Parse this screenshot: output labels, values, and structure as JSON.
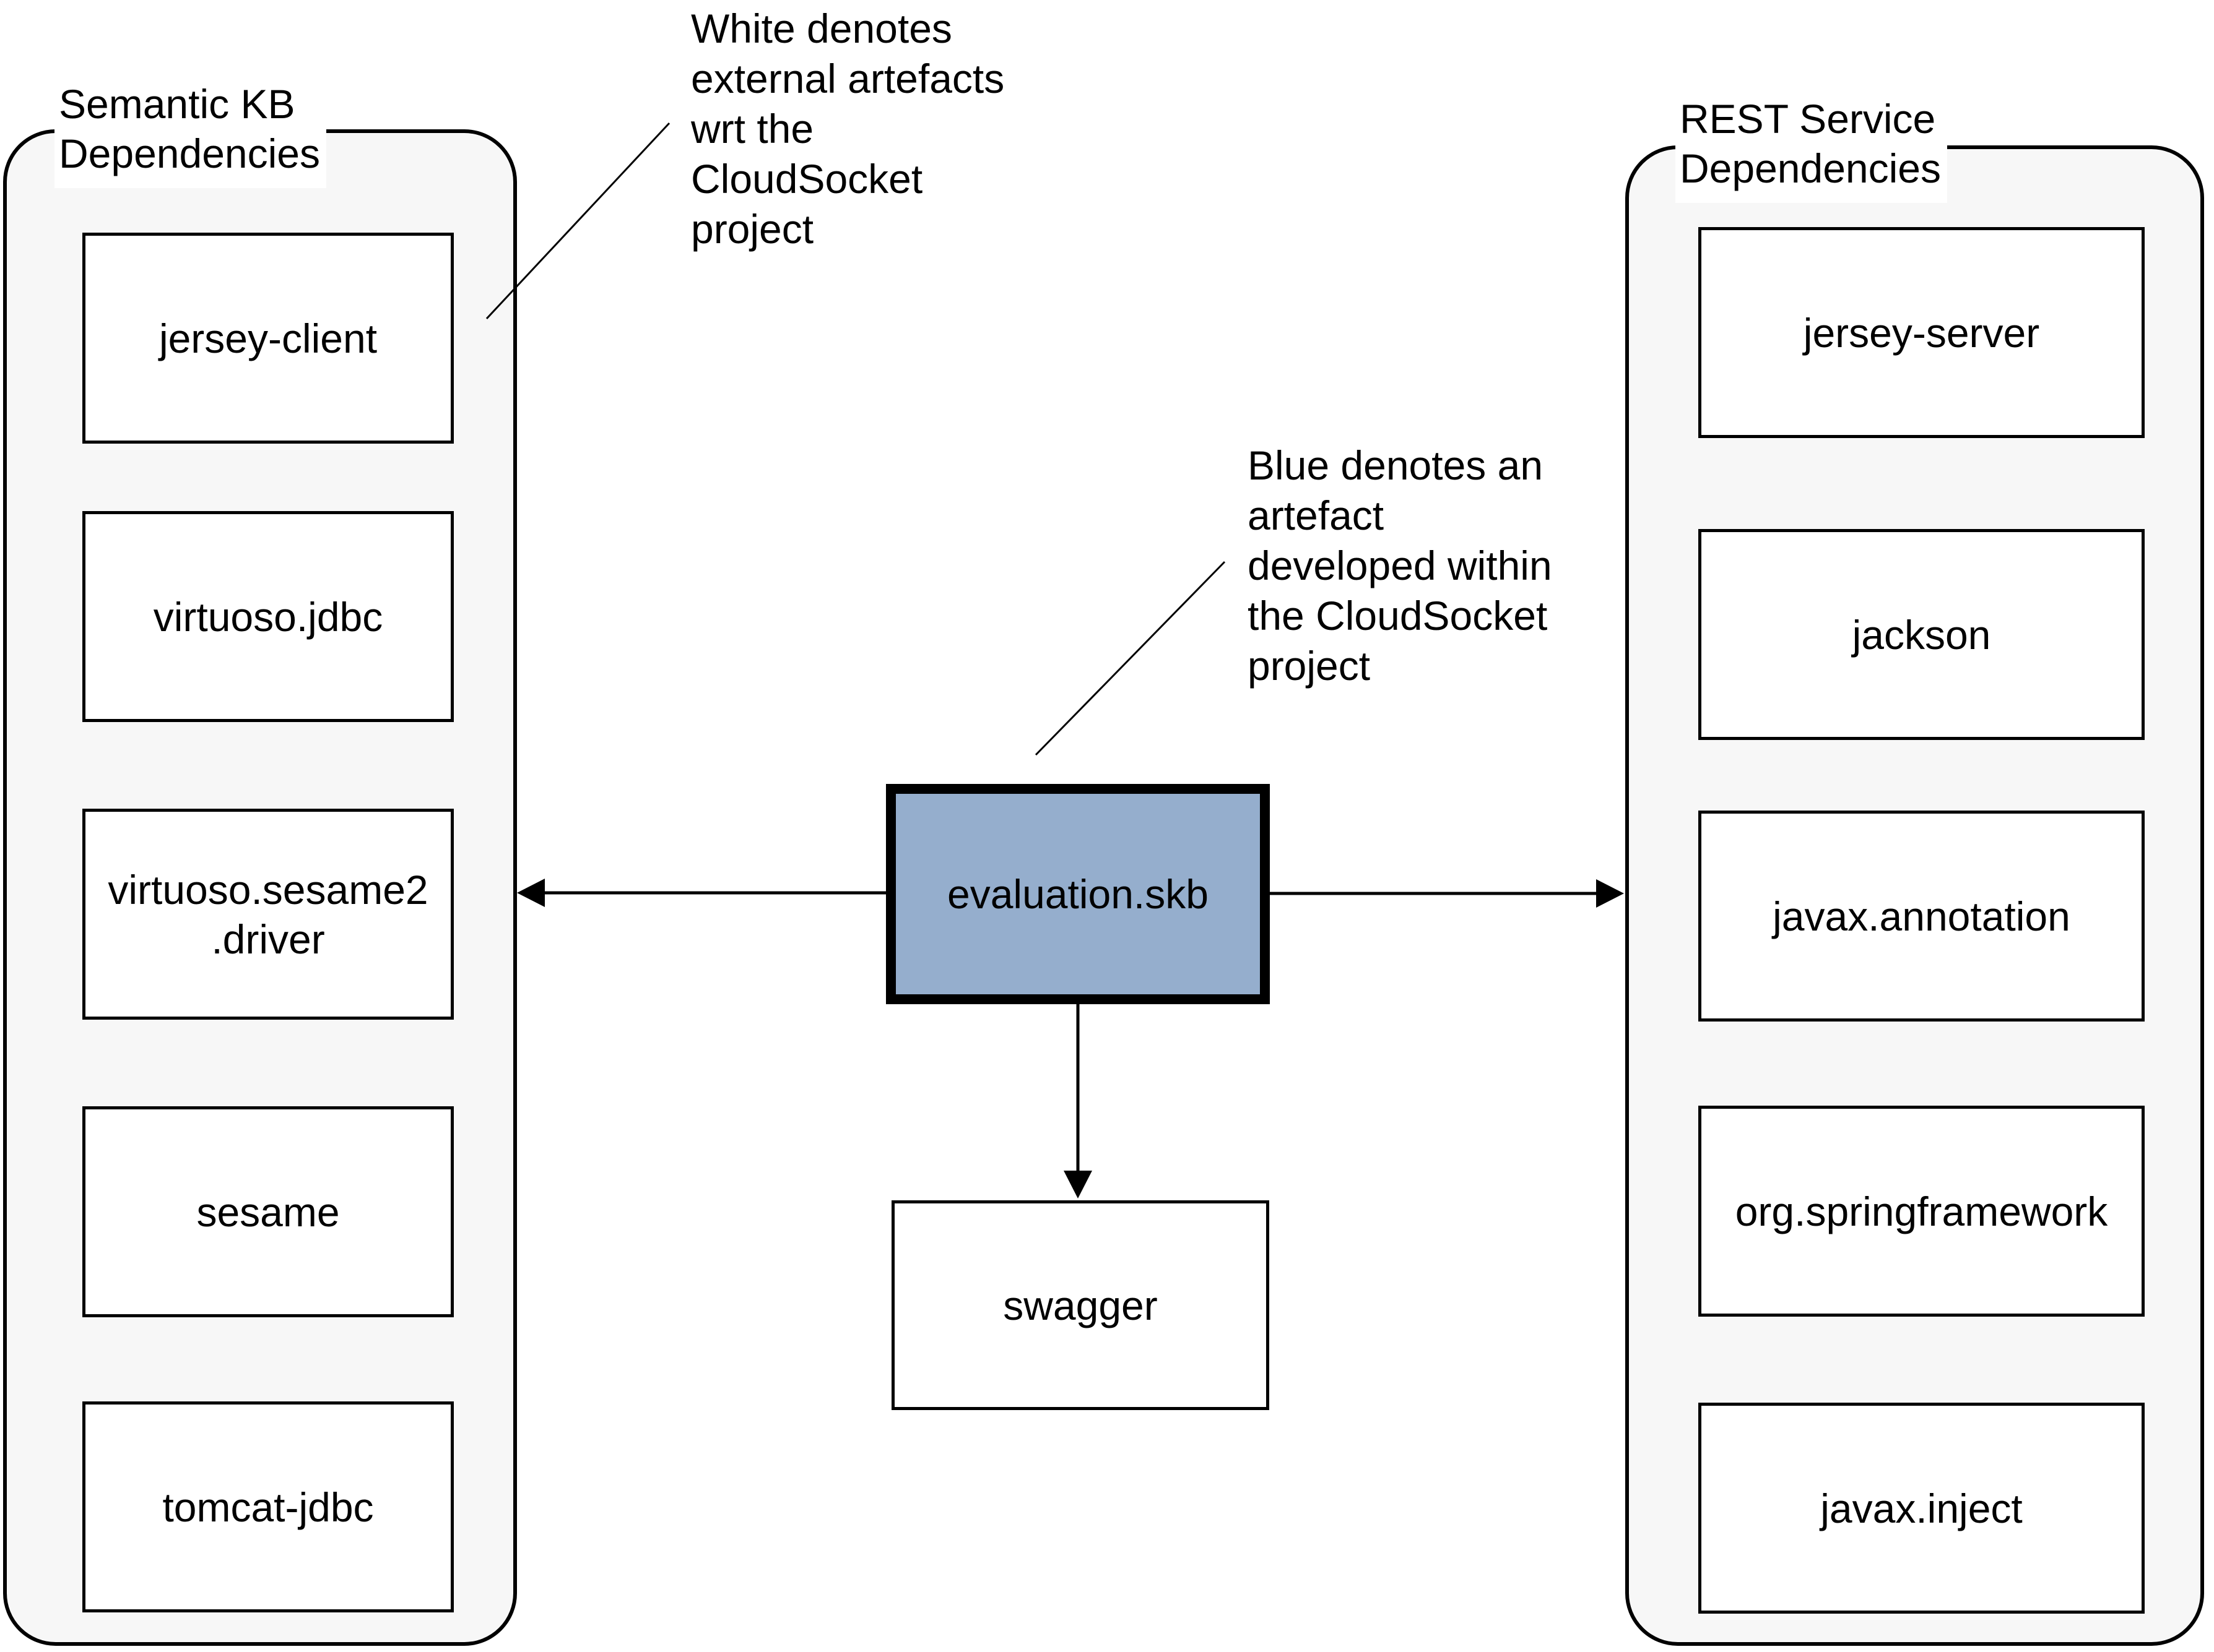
{
  "left_group": {
    "title": "Semantic KB\nDependencies",
    "items": [
      "jersey-client",
      "virtuoso.jdbc",
      "virtuoso.sesame2\n.driver",
      "sesame",
      "tomcat-jdbc"
    ]
  },
  "right_group": {
    "title": "REST Service\nDependencies",
    "items": [
      "jersey-server",
      "jackson",
      "javax.annotation",
      "org.springframework",
      "javax.inject"
    ]
  },
  "center": {
    "main_artifact": "evaluation.skb",
    "sub_artifact": "swagger"
  },
  "notes": {
    "white_note": "White denotes\nexternal artefacts\nwrt the\nCloudSocket\nproject",
    "blue_note": "Blue denotes an\nartefact\ndeveloped within\nthe CloudSocket\nproject"
  },
  "colors": {
    "developed_artifact_fill": "#95aecd",
    "external_artifact_fill": "#ffffff",
    "container_fill": "#f7f7f7",
    "line_color": "#000000"
  }
}
